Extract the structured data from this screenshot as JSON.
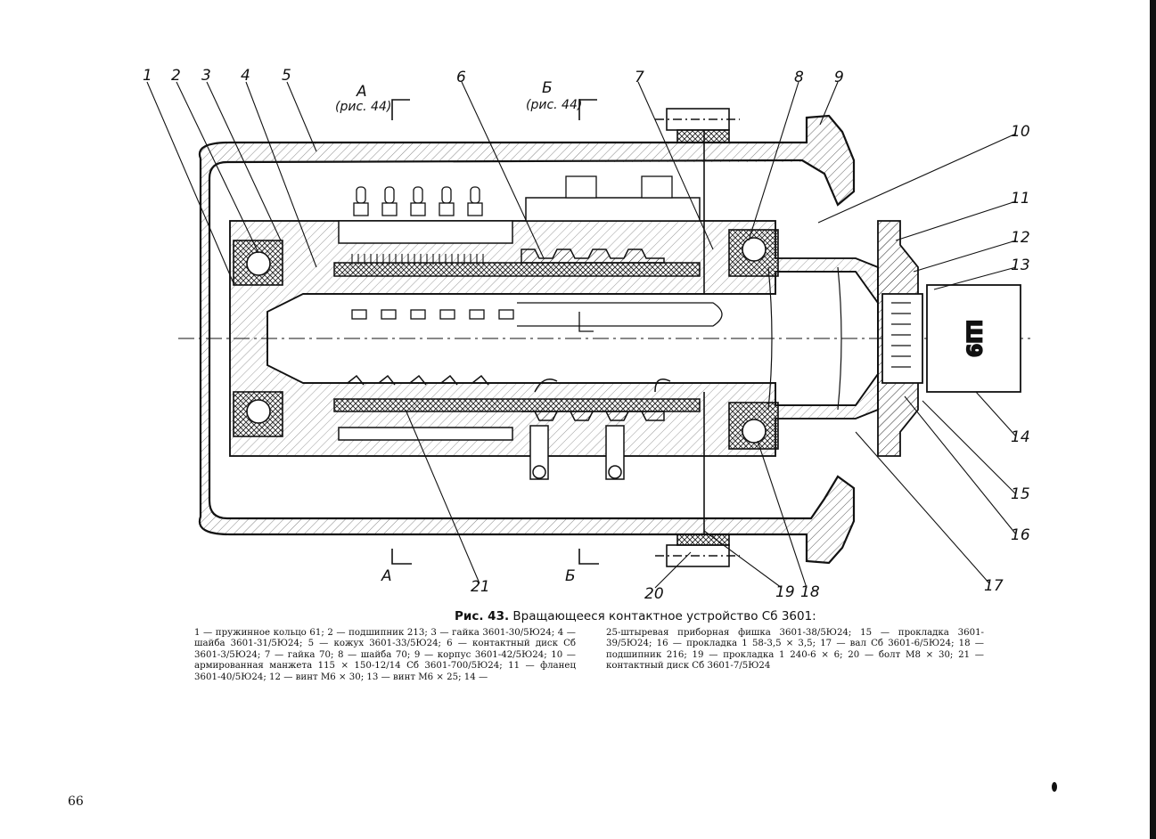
{
  "figure": {
    "section_labels": {
      "a_top": "А",
      "a_ref": "(рис. 44)",
      "b_top": "Б",
      "b_ref": "(рис. 44)",
      "a_bottom": "А",
      "b_bottom": "Б"
    },
    "part_labels": [
      "1",
      "2",
      "3",
      "4",
      "5",
      "6",
      "7",
      "8",
      "9",
      "10",
      "11",
      "12",
      "13",
      "14",
      "15",
      "16",
      "17",
      "18",
      "19",
      "20",
      "21"
    ],
    "plug_marking": "Ш9"
  },
  "caption": {
    "fig_prefix": "Рис. 43.",
    "title": "Вращающееся контактное устройство Сб 3601:"
  },
  "legend": {
    "left": "1 — пружинное кольцо 61; 2 — подшипник 213; 3 — гайка 3601-30/5Ю24; 4 — шайба 3601-31/5Ю24; 5 — кожух 3601-33/5Ю24; 6 — контактный диск Сб 3601-3/5Ю24; 7 — гайка 70; 8 — шайба 70; 9 — корпус 3601-42/5Ю24; 10 — армированная манжета 115 × 150-12/14 Сб 3601-700/5Ю24; 11 — фланец 3601-40/5Ю24; 12 — винт М6 × 30; 13 — винт М6 × 25; 14 —",
    "right": "25-штыревая приборная фишка 3601-38/5Ю24; 15 — прокладка 3601-39/5Ю24; 16 — прокладка 1 58-3,5 × 3,5; 17 — вал Сб 3601-6/5Ю24; 18 — подшипник 216; 19 — прокладка 1 240-6 × 6; 20 — болт М8 × 30; 21 — контактный диск Сб 3601-7/5Ю24"
  },
  "page_number": "66"
}
